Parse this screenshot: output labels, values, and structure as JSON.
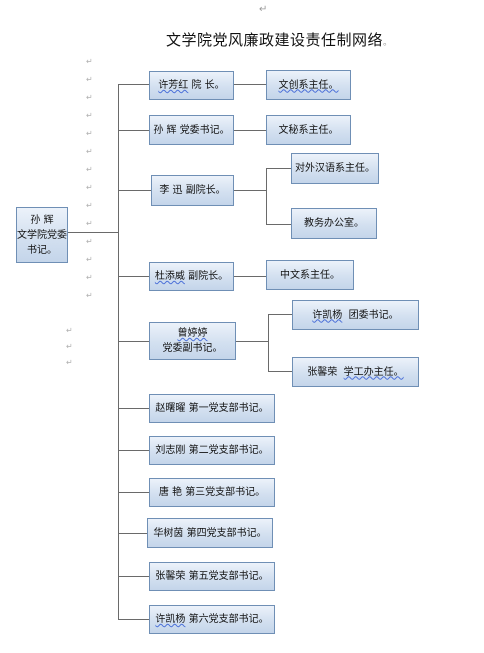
{
  "page": {
    "top_mark": "↵",
    "title": "文学院党风廉政建设责任制网络",
    "title_mark": "。",
    "left_marks": [
      "↵",
      "↵",
      "↵",
      "↵",
      "↵",
      "↵",
      "↵",
      "↵",
      "↵",
      "↵",
      "↵",
      "↵",
      "↵",
      "↵"
    ],
    "left_marks2": [
      "↵",
      "↵",
      "↵"
    ]
  },
  "root": {
    "line1": "孙  辉",
    "line2": "文学院党委",
    "line3": "书记。"
  },
  "level1": [
    {
      "name": "许芳红",
      "role": "院  长。"
    },
    {
      "name": "孙  辉",
      "role": "党委书记。"
    },
    {
      "name": "李  迅",
      "role": "副院长。"
    },
    {
      "name": "杜添威",
      "role": "副院长。"
    },
    {
      "name": "曾婷婷",
      "role": "党委副书记。"
    },
    {
      "name": "赵曙曜",
      "role": "第一党支部书记。"
    },
    {
      "name": "刘志刚",
      "role": "第二党支部书记。"
    },
    {
      "name": "唐  艳",
      "role": "第三党支部书记。"
    },
    {
      "name": "华树茵",
      "role": "第四党支部书记。"
    },
    {
      "name": "张馨荣",
      "role": "第五党支部书记。"
    },
    {
      "name": "许凯杨",
      "role": "第六党支部书记。"
    }
  ],
  "level2": {
    "xu": [
      "文创系主任。"
    ],
    "sun": [
      "文秘系主任。"
    ],
    "li": [
      "对外汉语系主任。",
      "教务办公室。"
    ],
    "du": [
      "中文系主任。"
    ],
    "zeng_1_name": "许凯杨",
    "zeng_1_role": "团委书记。",
    "zeng_2_name": "张馨荣",
    "zeng_2_role": "学工办主任。"
  }
}
